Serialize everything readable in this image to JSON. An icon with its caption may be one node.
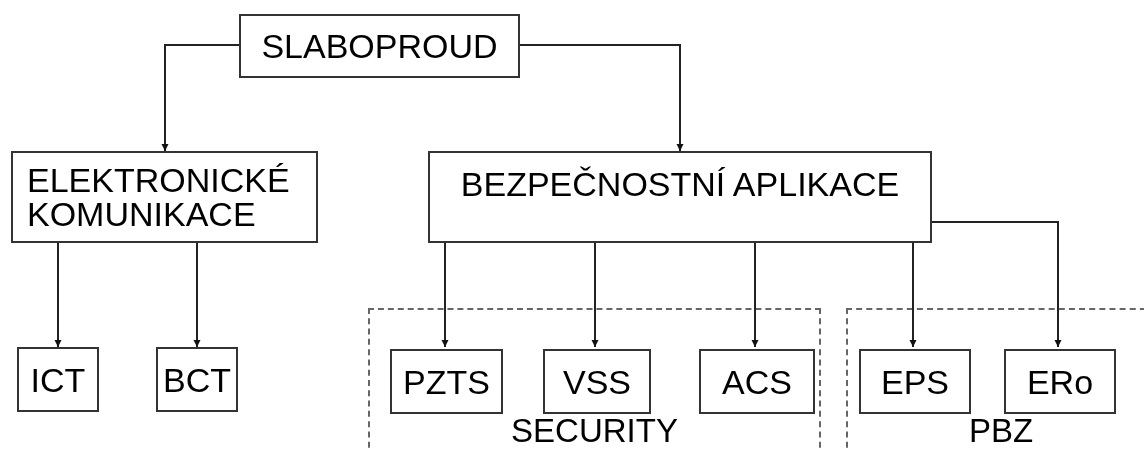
{
  "diagram": {
    "nodes": [
      {
        "text": [
          "SLABOPROUD"
        ]
      },
      {
        "text": [
          "ELEKTRONICKÉ KOMUNIKACE"
        ]
      },
      {
        "text": [
          "BEZPEČNOSTNÍ APLIKACE"
        ]
      },
      {
        "text": [
          "ICT"
        ]
      },
      {
        "text": [
          "BCT"
        ]
      },
      {
        "text": [
          "SECURITY"
        ]
      },
      {
        "text": [
          "PZTS"
        ],
        "in": 5
      },
      {
        "text": [
          "VSS"
        ],
        "in": 5
      },
      {
        "text": [
          "ACS"
        ],
        "in": 5
      },
      {
        "text": [
          "PBZ"
        ]
      },
      {
        "text": [
          "EPS"
        ],
        "in": 9
      },
      {
        "text": [
          "ERo"
        ],
        "in": 9
      }
    ],
    "edges": [
      {
        "from": 0,
        "to": 1,
        "arrow": "to"
      },
      {
        "from": 0,
        "to": 2,
        "arrow": "to"
      },
      {
        "from": 1,
        "to": 3,
        "arrow": "to"
      },
      {
        "from": 1,
        "to": 4,
        "arrow": "to"
      },
      {
        "from": 2,
        "to": 6,
        "arrow": "to"
      },
      {
        "from": 2,
        "to": 7,
        "arrow": "to"
      },
      {
        "from": 2,
        "to": 8,
        "arrow": "to"
      },
      {
        "from": 2,
        "to": 10,
        "arrow": "to"
      },
      {
        "from": 2,
        "to": 11,
        "arrow": "to"
      }
    ]
  }
}
